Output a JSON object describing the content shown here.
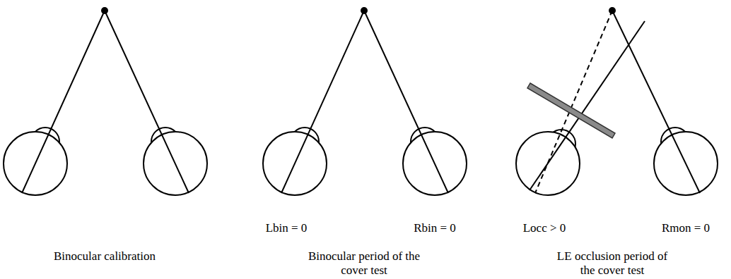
{
  "diagram": {
    "labels": [
      "Lbin = 0",
      "Rbin = 0",
      "Locc > 0",
      "Rmon = 0",
      "Binocular calibration",
      "Binocular period of the cover test",
      "LE occlusion period of the cover test"
    ]
  }
}
